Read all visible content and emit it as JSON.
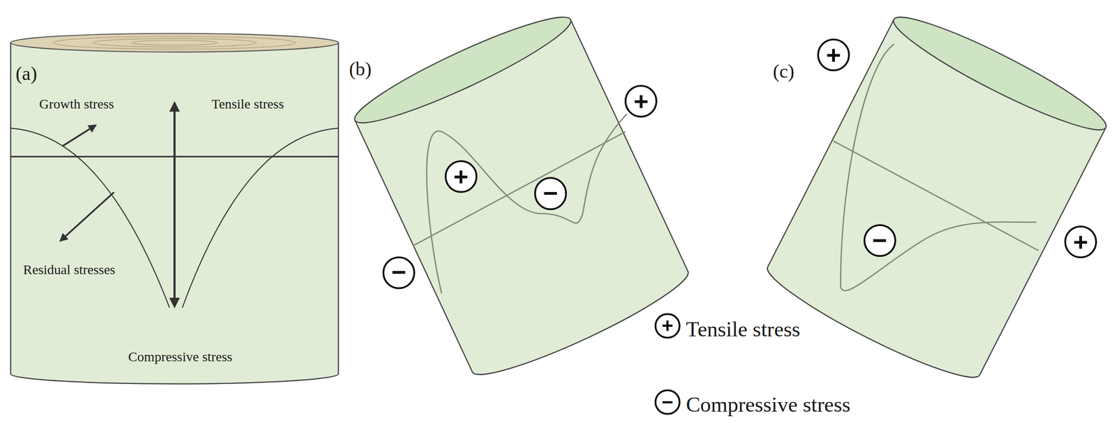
{
  "diagram": {
    "nodes": [
      {
        "text": [
          "+"
        ]
      },
      {
        "text": [
          "+"
        ]
      },
      {
        "text": [
          "−"
        ]
      },
      {
        "text": [
          "−"
        ]
      },
      {
        "text": [
          "+"
        ]
      },
      {
        "text": [
          "−"
        ]
      },
      {
        "text": [
          "+"
        ]
      },
      {
        "text": [
          "+"
        ]
      },
      {
        "text": [
          "−"
        ]
      }
    ],
    "labels": [
      "(a)",
      "Growth stress",
      "Tensile stress",
      "Residual stresses",
      "Compressive stress",
      "(b)",
      "(c)"
    ],
    "legend": [
      {
        "text": "Tensile stress"
      },
      {
        "text": "Compressive stress"
      }
    ]
  }
}
